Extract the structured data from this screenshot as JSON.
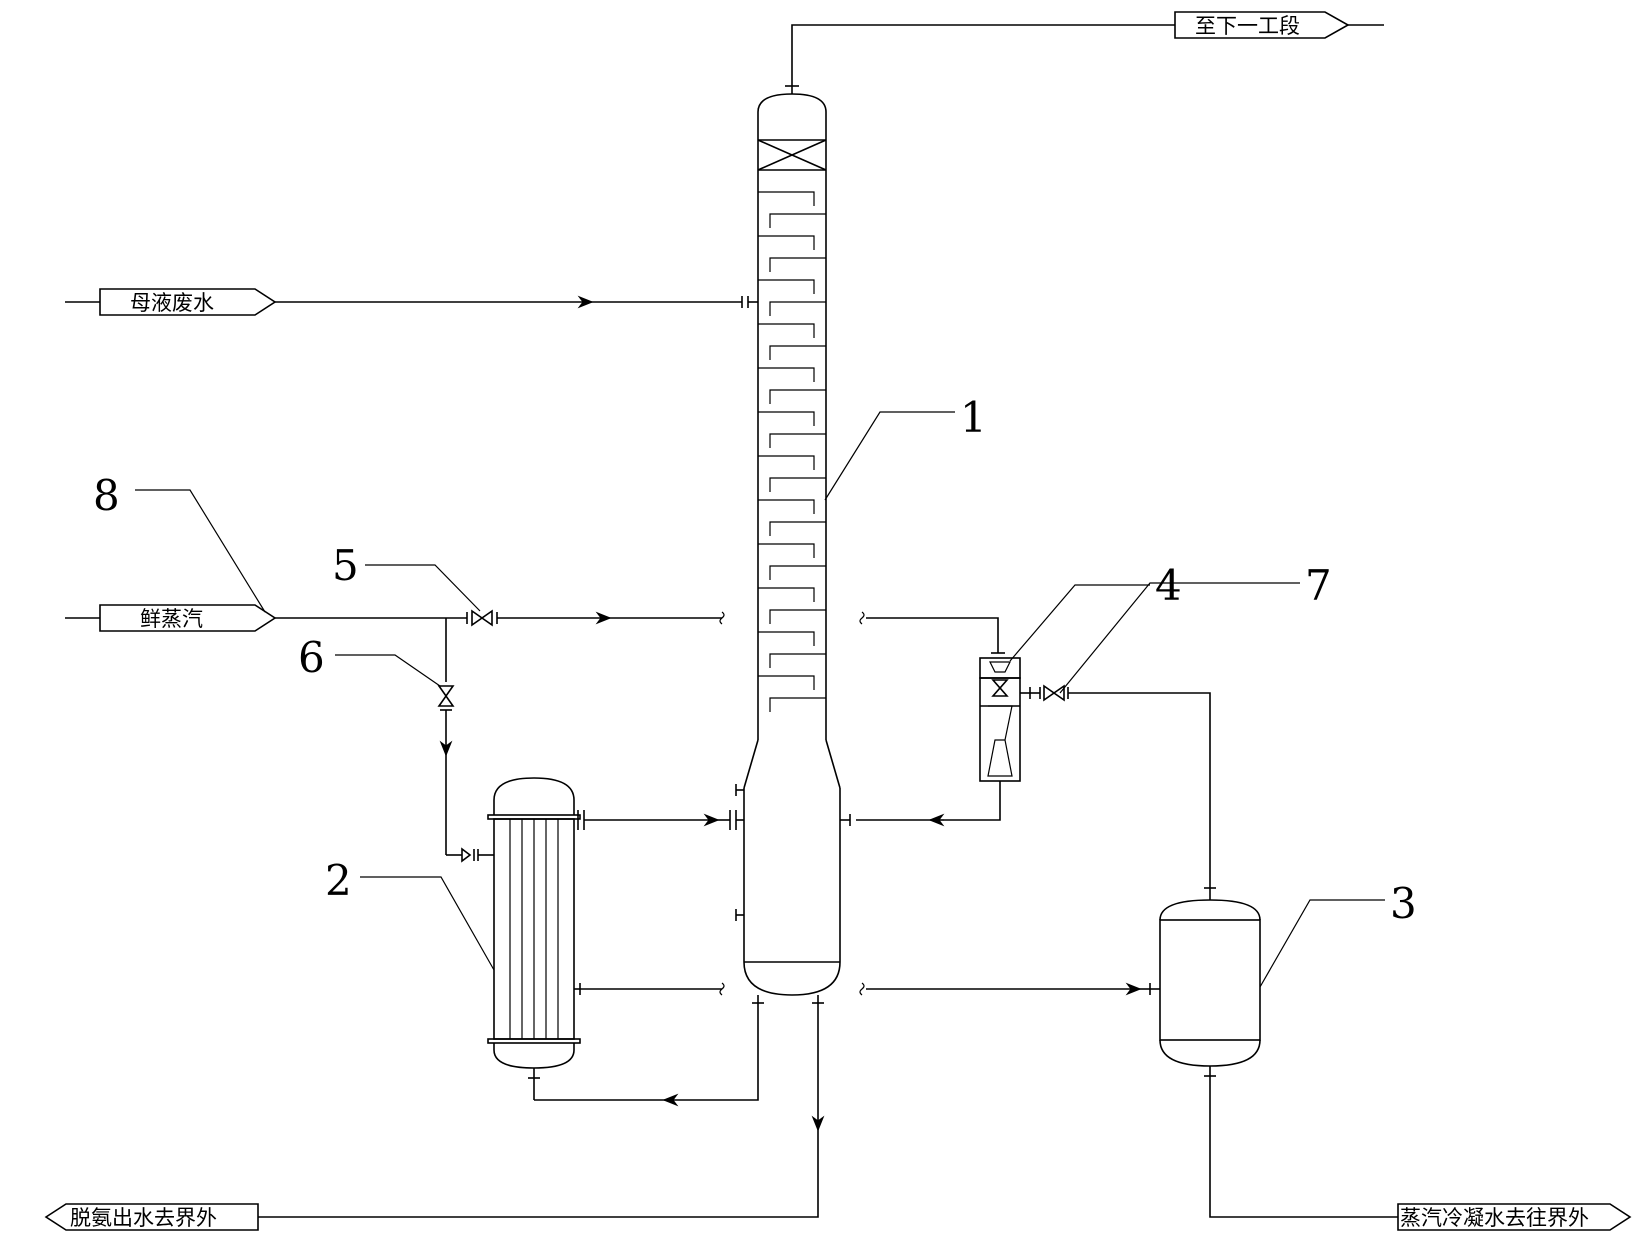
{
  "streams": {
    "to_next_section": "至下一工段",
    "mother_liquor": "母液废水",
    "fresh_steam": "鲜蒸汽",
    "deammoniated_water": "脱氨出水去界外",
    "steam_condensate": "蒸汽冷凝水去往界外"
  },
  "callouts": [
    "1",
    "2",
    "3",
    "4",
    "5",
    "6",
    "7",
    "8"
  ]
}
